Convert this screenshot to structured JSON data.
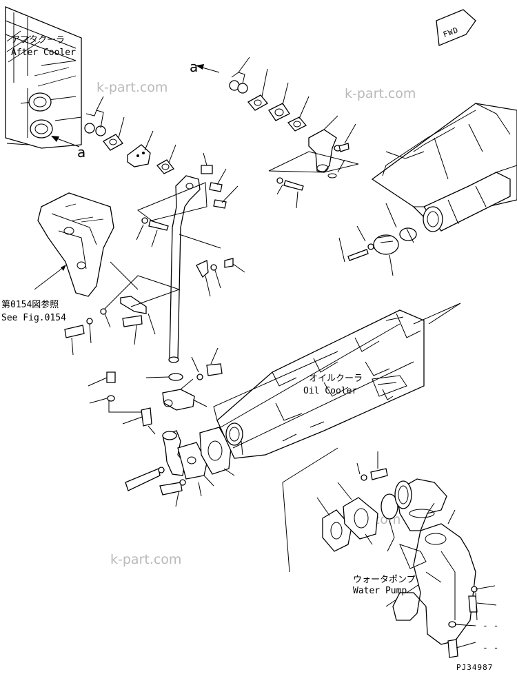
{
  "labels": {
    "after_cooler_jp": "アフタクーラ",
    "after_cooler_en": "After Cooler",
    "see_fig_jp": "第0154図参照",
    "see_fig_en": "See Fig.0154",
    "oil_cooler_jp": "オイルクーラ",
    "oil_cooler_en": "Oil Cooler",
    "water_pump_jp": "ウォータポンプ",
    "water_pump_en": "Water Pump",
    "ref_a_top": "a",
    "ref_a_left": "a",
    "fwd": "FWD",
    "dash_1": "- -",
    "dash_2": "- -",
    "part_code": "PJ34987"
  },
  "watermarks": [
    "k-part.com",
    "k-part.com",
    "k-part.com",
    "k-part.com"
  ]
}
